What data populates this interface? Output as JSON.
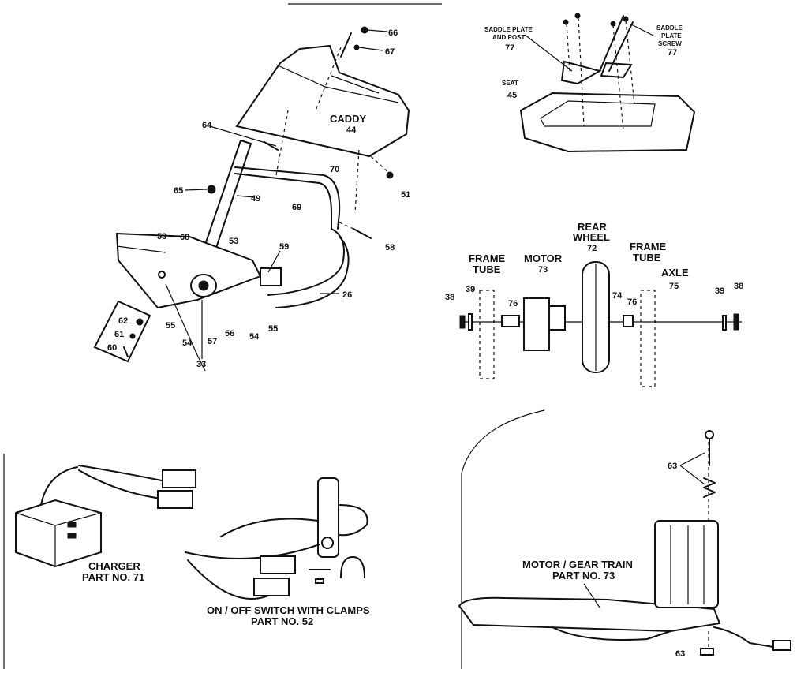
{
  "caddy": {
    "title": "CADDY",
    "part": "44"
  },
  "top_labels": {
    "p66": "66",
    "p67": "67",
    "p64": "64",
    "p65": "65",
    "p49": "49",
    "p70": "70",
    "p69": "69",
    "p51": "51",
    "p58": "58",
    "p26": "26",
    "p68": "68",
    "p53a": "53",
    "p53b": "53",
    "p59": "59",
    "p55a": "55",
    "p55b": "55",
    "p54a": "54",
    "p54b": "54",
    "p56": "56",
    "p57": "57",
    "p33": "33",
    "p62": "62",
    "p61": "61",
    "p60": "60"
  },
  "seat": {
    "saddle_plate_line1": "SADDLE PLATE",
    "saddle_plate_line2": "AND POST",
    "saddle_plate_part": "77",
    "screw_line1": "SADDLE",
    "screw_line2": "PLATE",
    "screw_line3": "SCREW",
    "screw_part": "77",
    "seat_label": "SEAT",
    "seat_part": "45"
  },
  "rear_assembly": {
    "frame_tube_left_1": "FRAME",
    "frame_tube_left_2": "TUBE",
    "motor_label": "MOTOR",
    "motor_part": "73",
    "rear_wheel_1": "REAR",
    "rear_wheel_2": "WHEEL",
    "rear_wheel_part": "72",
    "frame_tube_right_1": "FRAME",
    "frame_tube_right_2": "TUBE",
    "axle_label": "AXLE",
    "axle_part": "75",
    "p38a": "38",
    "p39a": "39",
    "p76a": "76",
    "p74": "74",
    "p76b": "76",
    "p39b": "39",
    "p38b": "38"
  },
  "charger": {
    "line1": "CHARGER",
    "line2": "PART NO. 71"
  },
  "switch": {
    "line1": "ON / OFF SWITCH WITH CLAMPS",
    "line2": "PART NO. 52"
  },
  "gear_train": {
    "line1": "MOTOR / GEAR TRAIN",
    "line2": "PART NO. 73",
    "p63a": "63",
    "p63b": "63"
  }
}
